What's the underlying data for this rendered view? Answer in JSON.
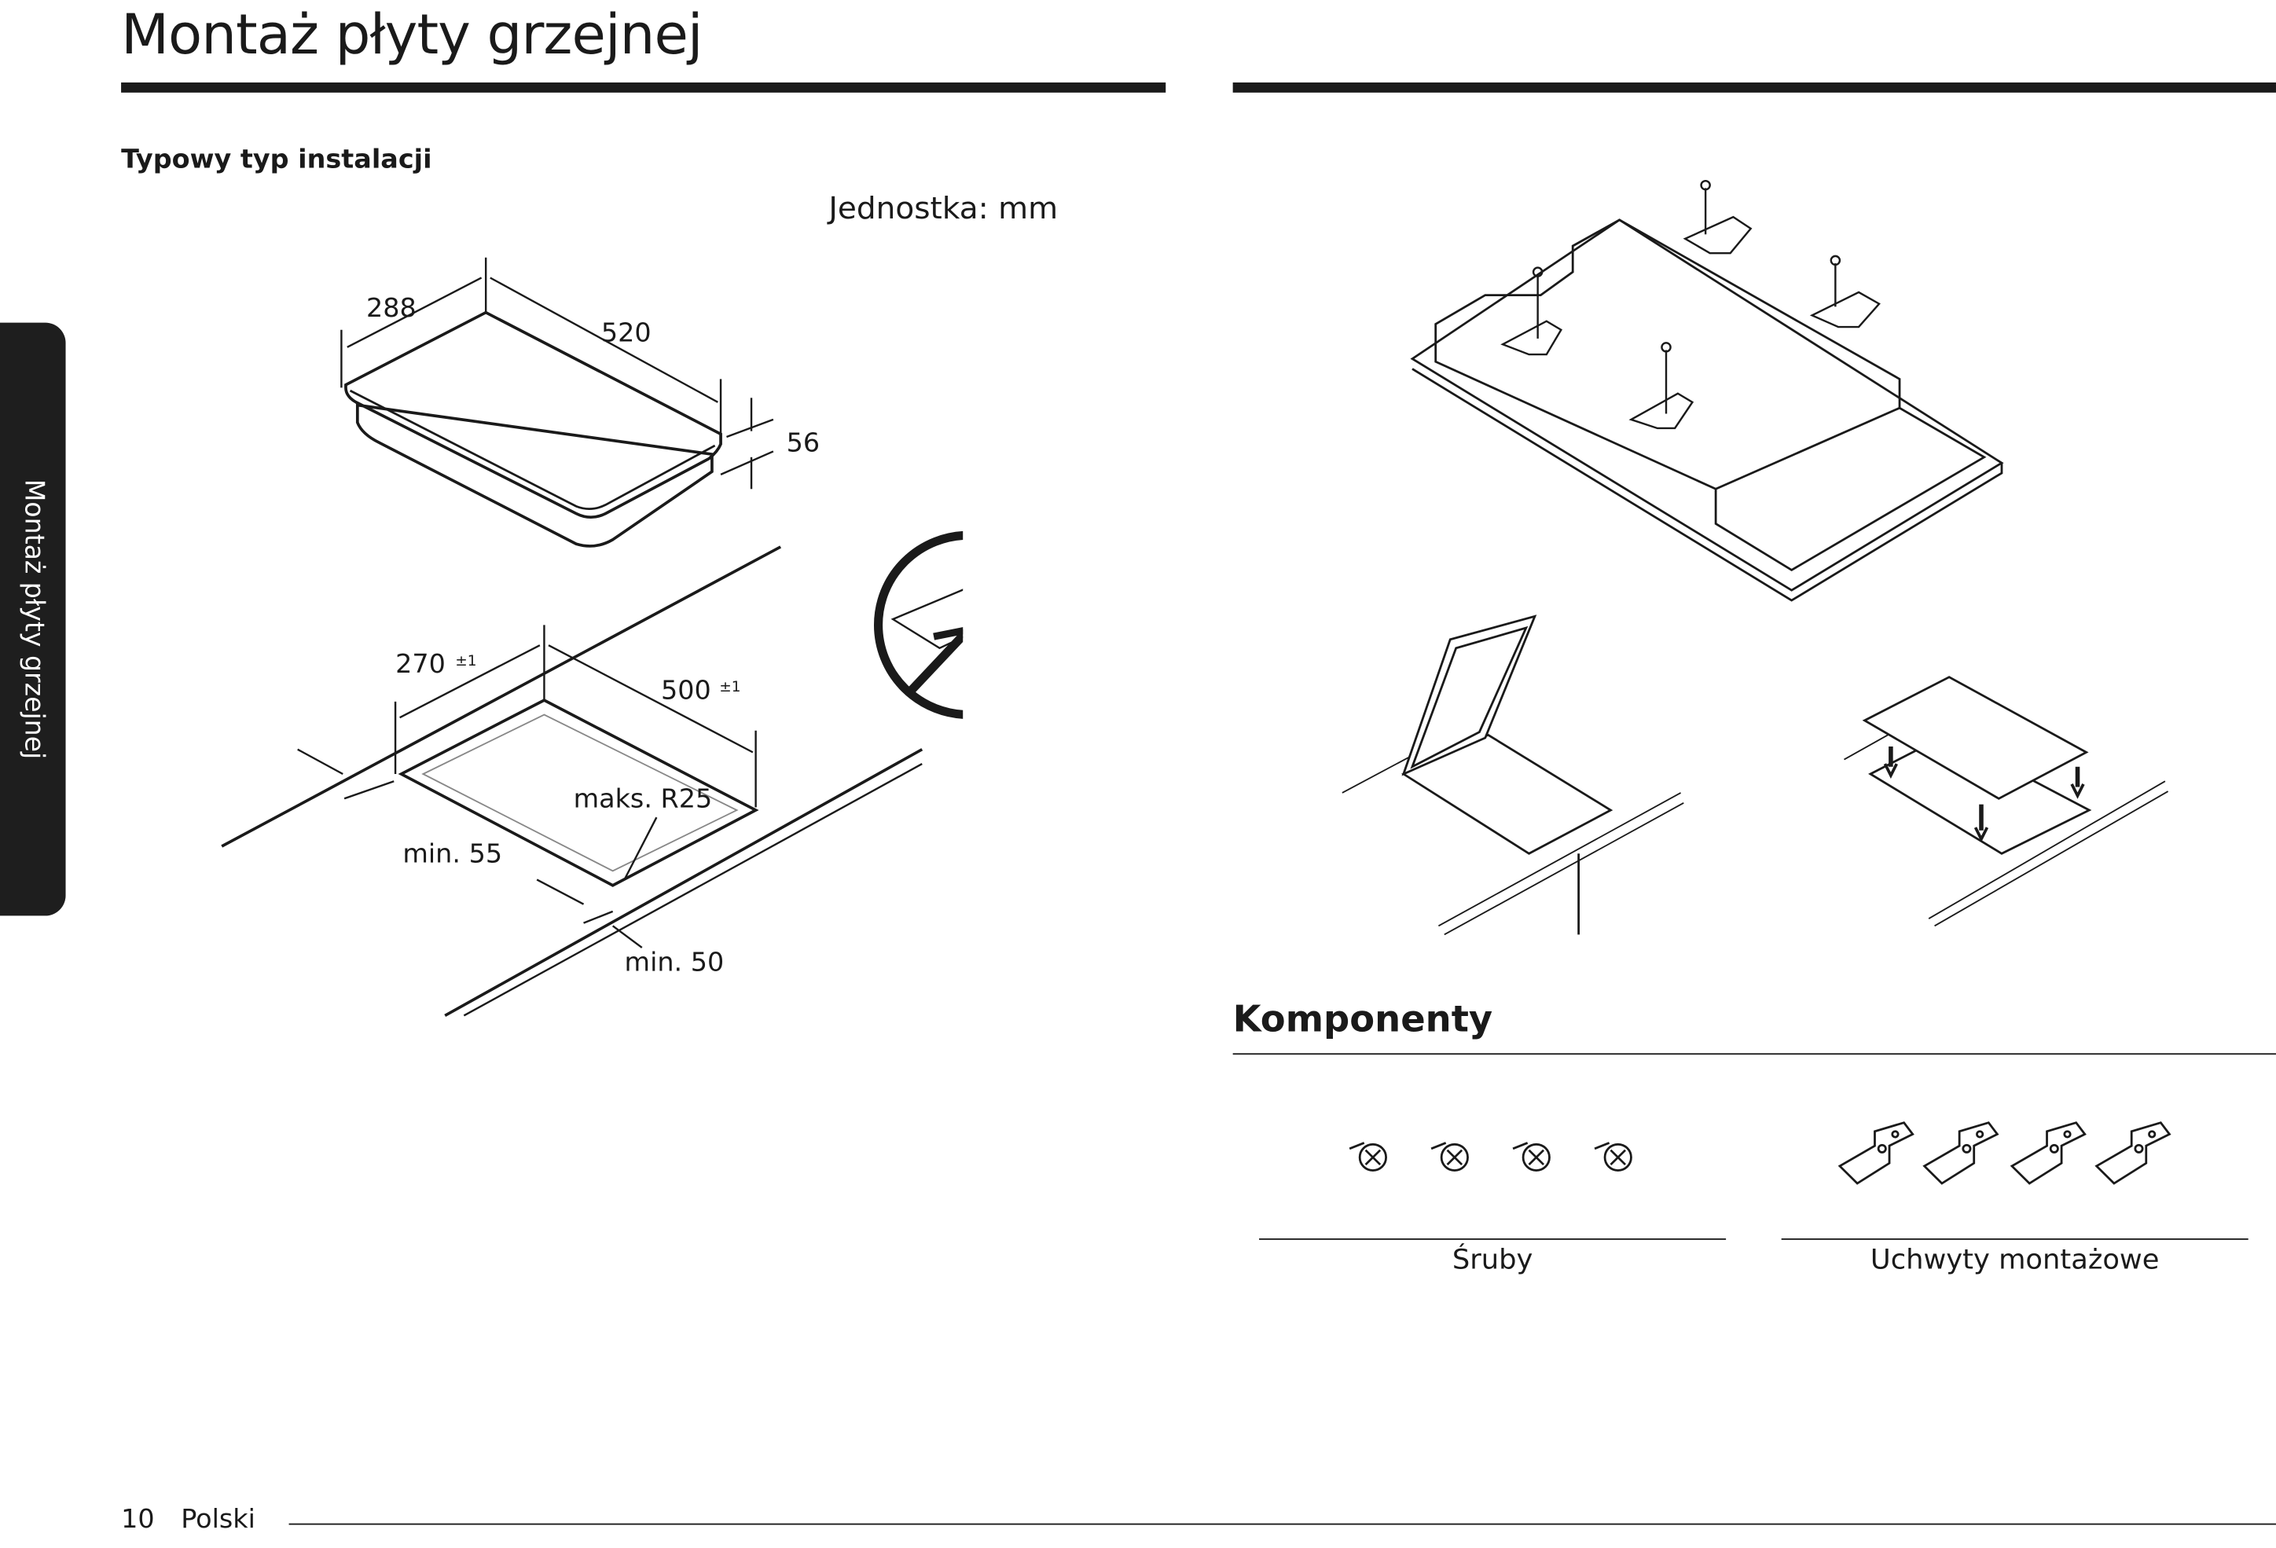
{
  "page": {
    "title": "Montaż płyty grzejnej",
    "side_tab": "Montaż płyty grzejnej",
    "footer_page_number": "10",
    "footer_language": "Polski"
  },
  "installation": {
    "subtitle": "Typowy typ instalacji",
    "unit": "Jednostka: mm",
    "hob": {
      "depth": "288",
      "width": "520",
      "height": "56"
    },
    "cutout": {
      "depth": "270",
      "depth_tol": "±1",
      "width": "500",
      "width_tol": "±1",
      "radius": "maks. R25",
      "min_side": "min. 55",
      "min_front": "min. 50"
    }
  },
  "components": {
    "title": "Komponenty",
    "items": [
      {
        "name": "Śruby",
        "icon": "screw-icon",
        "count": 4
      },
      {
        "name": "Uchwyty montażowe",
        "icon": "bracket-icon",
        "count": 4
      }
    ]
  }
}
